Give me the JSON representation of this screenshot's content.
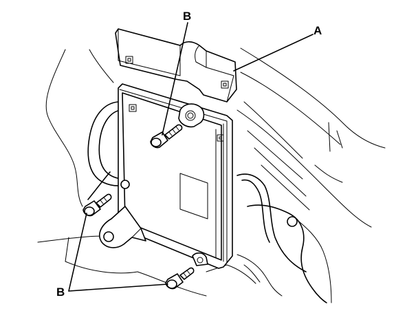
{
  "callouts": {
    "a": "A",
    "b_top": "B",
    "b_bottom": "B"
  },
  "parts": [
    "bracket-cover",
    "control-module",
    "mounting-bolt-upper",
    "mounting-bolt-left",
    "mounting-bolt-bottom",
    "wiring-harness",
    "vehicle-body-panel"
  ]
}
